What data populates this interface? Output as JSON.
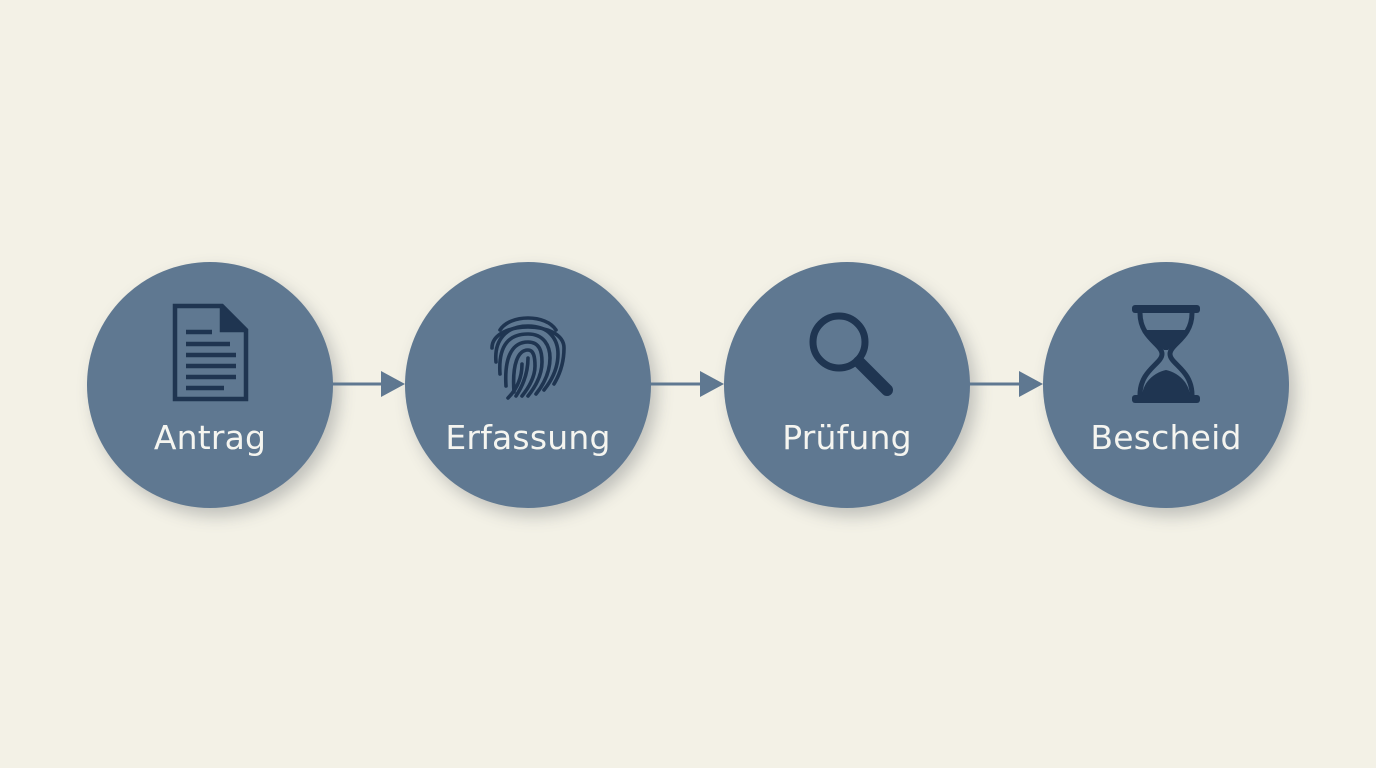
{
  "steps": [
    {
      "label": "Antrag",
      "icon": "document-icon"
    },
    {
      "label": "Erfassung",
      "icon": "fingerprint-icon"
    },
    {
      "label": "Prüfung",
      "icon": "magnifier-icon"
    },
    {
      "label": "Bescheid",
      "icon": "hourglass-icon"
    }
  ],
  "colors": {
    "background": "#f3f1e6",
    "circle": "#5f7891",
    "icon": "#1f3551",
    "label": "#f5f5f0",
    "arrow": "#5f7891"
  }
}
